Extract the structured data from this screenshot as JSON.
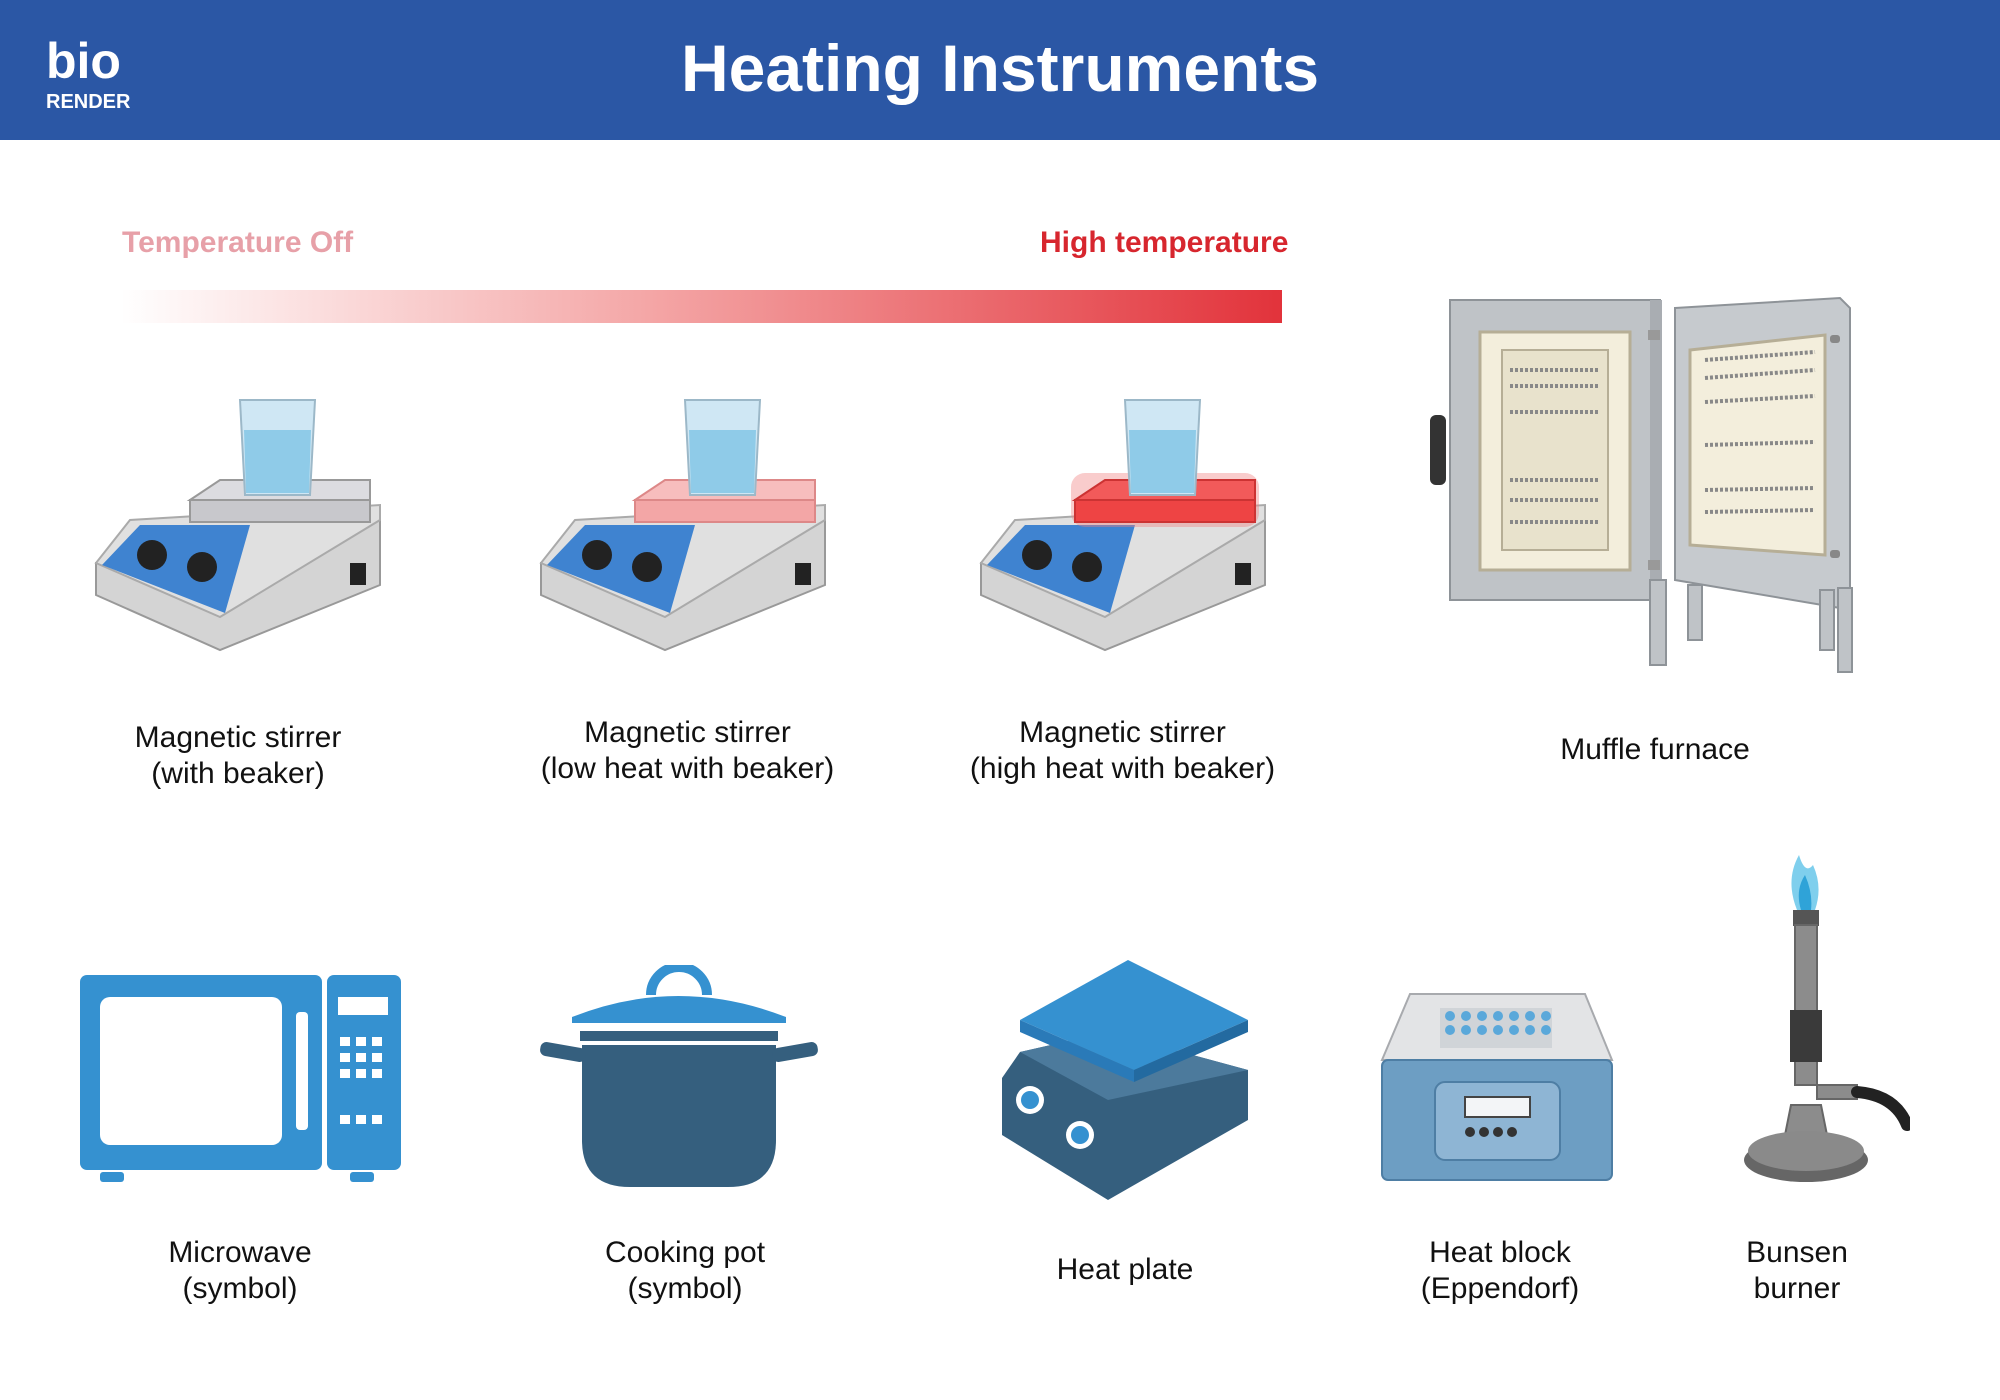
{
  "header": {
    "title": "Heating Instruments",
    "logo_top": "bio",
    "logo_bottom": "RENDER"
  },
  "scale": {
    "low_label": "Temperature Off",
    "high_label": "High temperature"
  },
  "colors": {
    "header": "#2B57A5",
    "accent_blue": "#3591D0",
    "dark_blue": "#355F7E",
    "heat_red": "#E2333B"
  },
  "items": [
    {
      "line1": "Magnetic stirrer",
      "line2": "(with beaker)",
      "icon": "magnetic-stirrer-icon"
    },
    {
      "line1": "Magnetic stirrer",
      "line2": "(low heat with beaker)",
      "icon": "magnetic-stirrer-low-heat-icon"
    },
    {
      "line1": "Magnetic stirrer",
      "line2": "(high heat with beaker)",
      "icon": "magnetic-stirrer-high-heat-icon"
    },
    {
      "line1": "Muffle furnace",
      "line2": "",
      "icon": "muffle-furnace-icon"
    },
    {
      "line1": "Microwave",
      "line2": "(symbol)",
      "icon": "microwave-icon"
    },
    {
      "line1": "Cooking pot",
      "line2": "(symbol)",
      "icon": "cooking-pot-icon"
    },
    {
      "line1": "Heat plate",
      "line2": "",
      "icon": "heat-plate-icon"
    },
    {
      "line1": "Heat block",
      "line2": "(Eppendorf)",
      "icon": "heat-block-icon"
    },
    {
      "line1": "Bunsen",
      "line2": "burner",
      "icon": "bunsen-burner-icon"
    }
  ]
}
